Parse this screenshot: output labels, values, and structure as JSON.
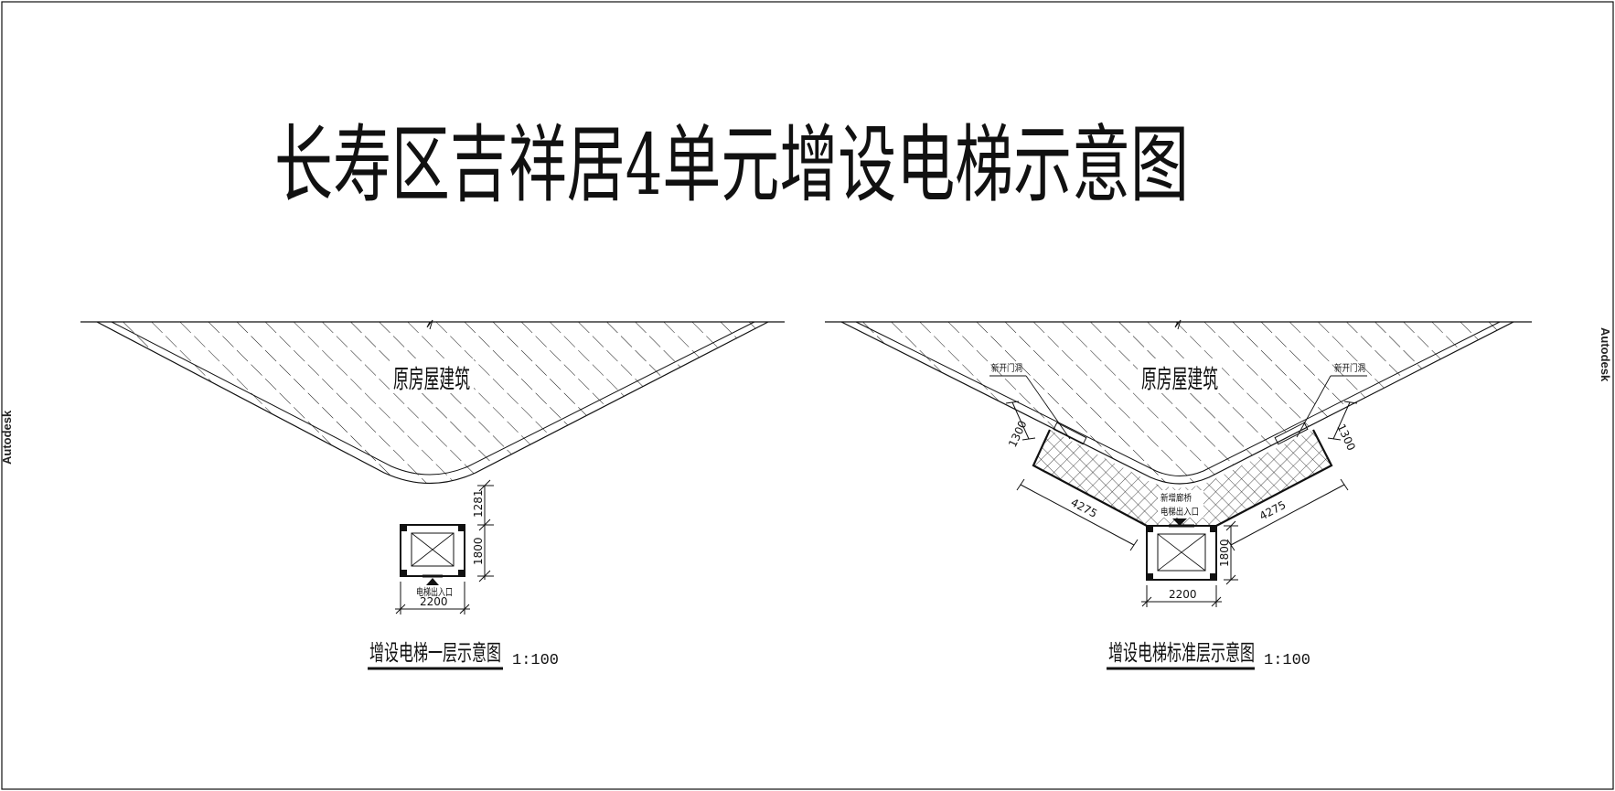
{
  "title": "长寿区吉祥居4单元增设电梯示意图",
  "watermark_left": "Autodesk",
  "watermark_right": "Autodesk",
  "left_plan": {
    "building_label": "原房屋建筑",
    "dim_gap": "1281",
    "dim_depth": "1800",
    "dim_width": "2200",
    "entrance_label": "电梯出入口",
    "caption": "增设电梯一层示意图",
    "scale": "1:100"
  },
  "right_plan": {
    "building_label": "原房屋建筑",
    "door_label_left": "新开门洞",
    "door_label_right": "新开门洞",
    "dim_left_side": "1300",
    "dim_right_side": "1300",
    "dim_left_run": "4275",
    "dim_right_run": "4275",
    "dim_depth": "1800",
    "dim_width": "2200",
    "corridor_label": "新增廊桥",
    "entrance_label": "电梯出入口",
    "caption": "增设电梯标准层示意图",
    "scale": "1:100"
  },
  "colors": {
    "line": "#111111",
    "paper": "#ffffff"
  }
}
